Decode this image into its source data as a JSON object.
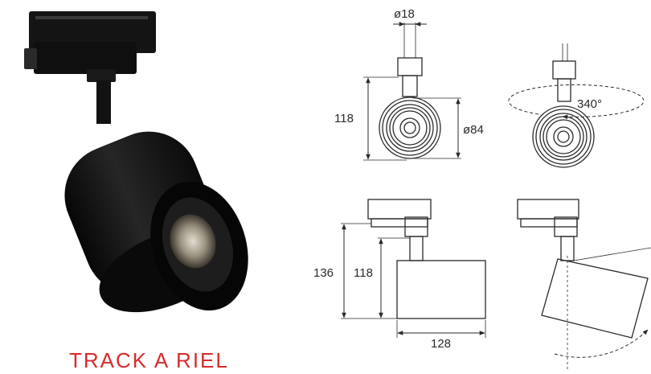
{
  "caption": "TRACK A RIEL",
  "colors": {
    "accent": "#d92b2b",
    "product": "#161616",
    "line": "#2a2a2a"
  },
  "front_view": {
    "stem_diameter": "ø18",
    "height": "118",
    "body_diameter": "ø84"
  },
  "rotated_front_view": {
    "rotation": "340°"
  },
  "side_view": {
    "total_height": "136",
    "height": "118",
    "length": "128"
  },
  "tilted_side_view": {}
}
